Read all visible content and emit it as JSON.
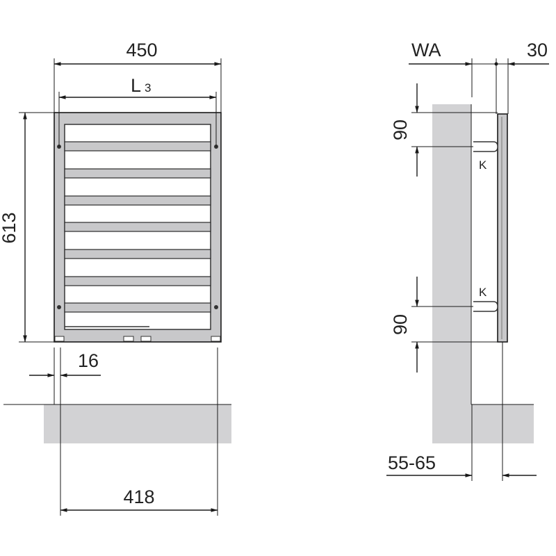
{
  "front_view": {
    "width_label": "450",
    "l3_label": "L",
    "l3_sub": "3",
    "height_label": "613",
    "offset_label": "16",
    "connection_label": "418"
  },
  "side_view": {
    "wa_label": "WA",
    "depth_label": "30",
    "top_spacing_label": "90",
    "bottom_spacing_label": "90",
    "top_k_label": "K",
    "bottom_k_label": "K",
    "wall_distance_label": "55-65"
  },
  "colors": {
    "frame": "#c8c8ca",
    "wall": "#d2d2d4",
    "line": "#1a1a1a"
  }
}
